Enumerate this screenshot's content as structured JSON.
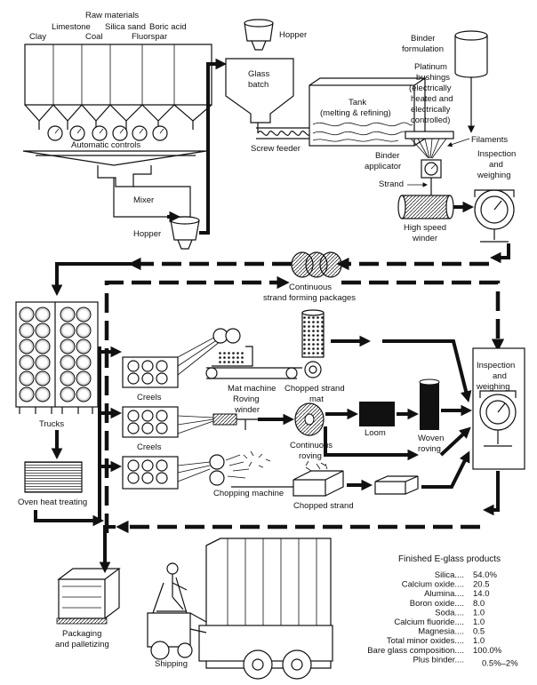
{
  "labels": {
    "raw_materials": "Raw materials",
    "limestone": "Limestone",
    "silica_sand": "Silica  sand",
    "boric_acid": "Boric  acid",
    "clay": "Clay",
    "coal": "Coal",
    "fluorspar": "Fluorspar",
    "automatic_controls": "Automatic controls",
    "mixer": "Mixer",
    "hopper_bottom": "Hopper",
    "hopper_top": "Hopper",
    "glass_batch": [
      "Glass",
      "batch"
    ],
    "screw_feeder": "Screw feeder",
    "tank": [
      "Tank",
      "(melting & refining)"
    ],
    "binder_formulation": [
      "Binder",
      "formulation"
    ],
    "platinum_bushings": [
      "Platinum",
      "bushings",
      "(electrically",
      "heated and",
      "electrically",
      "controlled)"
    ],
    "filaments": "Filaments",
    "binder_applicator": [
      "Binder",
      "applicator"
    ],
    "strand": "Strand",
    "high_speed_winder": [
      "High speed",
      "winder"
    ],
    "inspection_weighing_top": [
      "Inspection",
      "and",
      "weighing"
    ],
    "continuous_strand_forming": [
      "Continuous",
      "strand forming packages"
    ],
    "trucks": "Trucks",
    "oven_heat_treating": "Oven heat treating",
    "creels_1": "Creels",
    "creels_2": "Creels",
    "mat_machine": "Mat machine",
    "chopped_strand_mat": [
      "Chopped strand",
      "mat"
    ],
    "roving_winder": [
      "Roving",
      "winder"
    ],
    "continuous_roving": [
      "Continuous",
      "roving"
    ],
    "loom": "Loom",
    "woven_roving": [
      "Woven",
      "roving"
    ],
    "chopping_machine": "Chopping machine",
    "chopped_strand": "Chopped strand",
    "inspection_weighing_right": [
      "Inspection",
      "and",
      "weighing"
    ],
    "packaging": [
      "Packaging",
      "and palletizing"
    ],
    "shipping": "Shipping"
  },
  "products": {
    "title": "Finished E-glass products",
    "rows": [
      {
        "name": "Silica....",
        "value": "54.0%"
      },
      {
        "name": "Calcium oxide....",
        "value": "20.5"
      },
      {
        "name": "Alumina....",
        "value": "14.0"
      },
      {
        "name": "Boron oxide....",
        "value": "8.0"
      },
      {
        "name": "Soda....",
        "value": "1.0"
      },
      {
        "name": "Calcium fluoride....",
        "value": "1.0"
      },
      {
        "name": "Magnesia....",
        "value": "0.5"
      },
      {
        "name": "Total minor oxides....",
        "value": "1.0"
      },
      {
        "name": "Bare glass composition....",
        "value": "100.0%"
      },
      {
        "name": "Plus binder....",
        "value": "0.5%–2%"
      }
    ]
  }
}
